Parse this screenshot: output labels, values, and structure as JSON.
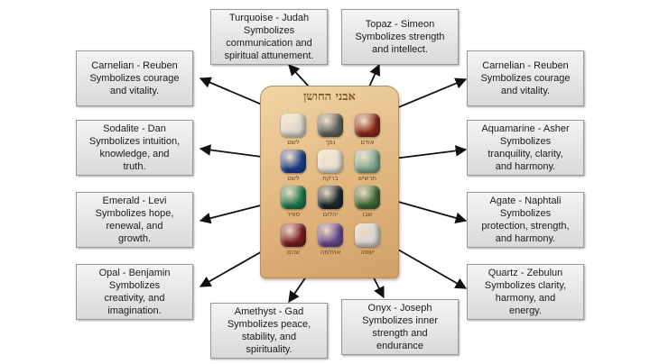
{
  "plate": {
    "title": "אבני החושן",
    "stones": [
      {
        "color": "#dcd6cc",
        "label": "לשם"
      },
      {
        "color": "#5f625a",
        "label": "נפך"
      },
      {
        "color": "#8a2a1c",
        "label": "אודם"
      },
      {
        "color": "#1f3f8c",
        "label": "לשם"
      },
      {
        "color": "#e6e1d4",
        "label": "ברקת"
      },
      {
        "color": "#7fa892",
        "label": "תרשיש"
      },
      {
        "color": "#1f7a4e",
        "label": "ספיר"
      },
      {
        "color": "#1b2a2e",
        "label": "יהלום"
      },
      {
        "color": "#3f6a3a",
        "label": "שבו"
      },
      {
        "color": "#7a1f24",
        "label": "שהם"
      },
      {
        "color": "#6a4a8e",
        "label": "אחלמה"
      },
      {
        "color": "#d8d6d2",
        "label": "ישפה"
      }
    ]
  },
  "callouts": [
    {
      "id": "turquoise",
      "text": "Turquoise - Judah\nSymbolizes\ncommunication and\nspiritual attunement."
    },
    {
      "id": "topaz",
      "text": "Topaz - Simeon\nSymbolizes strength\nand intellect."
    },
    {
      "id": "carnelian-left",
      "text": "Carnelian - Reuben\nSymbolizes courage\nand vitality."
    },
    {
      "id": "carnelian-right",
      "text": "Carnelian - Reuben\nSymbolizes courage\nand vitality."
    },
    {
      "id": "sodalite",
      "text": "Sodalite - Dan\nSymbolizes intuition,\nknowledge, and\ntruth."
    },
    {
      "id": "aquamarine",
      "text": "Aquamarine - Asher\nSymbolizes\ntranquility, clarity,\nand harmony."
    },
    {
      "id": "emerald",
      "text": "Emerald - Levi\nSymbolizes hope,\nrenewal, and\ngrowth."
    },
    {
      "id": "agate",
      "text": "Agate - Naphtali\nSymbolizes\nprotection, strength,\nand harmony."
    },
    {
      "id": "opal",
      "text": "Opal - Benjamin\nSymbolizes\ncreativity, and\nimagination."
    },
    {
      "id": "quartz",
      "text": "Quartz - Zebulun\nSymbolizes clarity,\nharmony, and\nenergy."
    },
    {
      "id": "amethyst",
      "text": "Amethyst - Gad\nSymbolizes peace,\nstability, and\nspirituality."
    },
    {
      "id": "onyx",
      "text": "Onyx - Joseph\nSymbolizes inner\nstrength and\nendurance"
    }
  ]
}
